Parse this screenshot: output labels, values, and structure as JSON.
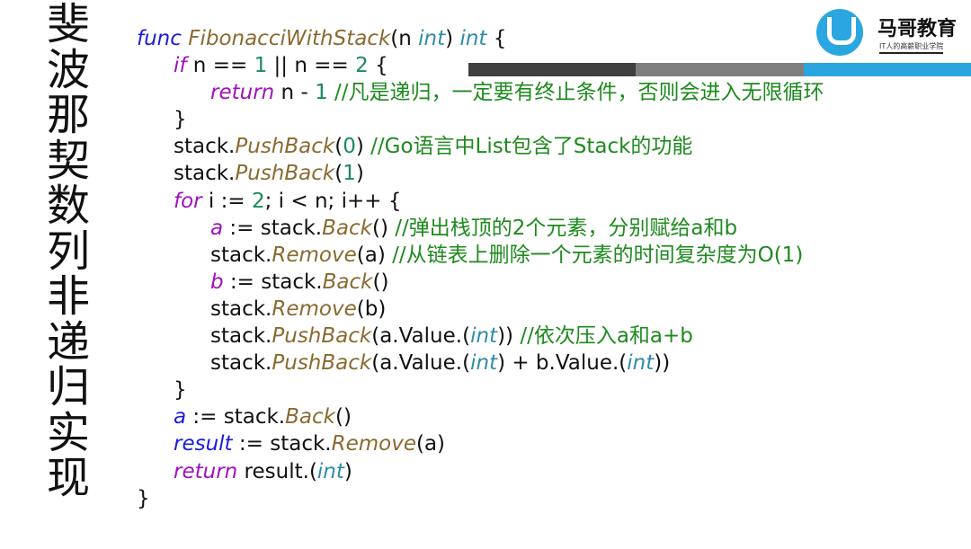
{
  "title": [
    "斐",
    "波",
    "那",
    "契",
    "数",
    "列",
    "非",
    "递",
    "归",
    "实",
    "现"
  ],
  "logo": {
    "name": "马哥教育",
    "tagline": "IT人的高薪职业学院"
  },
  "colors": {
    "bar1": "#404040",
    "bar2": "#7f7f7f",
    "bar3": "#29a6df"
  },
  "code": {
    "lines": [
      {
        "indent": 0,
        "tokens": [
          [
            "func ",
            "kw"
          ],
          [
            "FibonacciWithStack",
            "fn"
          ],
          [
            "(n ",
            "pl"
          ],
          [
            "int",
            "ty"
          ],
          [
            ") ",
            "pl"
          ],
          [
            "int",
            "ty"
          ],
          [
            " {",
            "pl"
          ]
        ]
      },
      {
        "indent": 1,
        "tokens": [
          [
            "if",
            "ctl"
          ],
          [
            " n == ",
            "pl"
          ],
          [
            "1",
            "num"
          ],
          [
            " || n == ",
            "pl"
          ],
          [
            "2",
            "num"
          ],
          [
            " {",
            "pl"
          ]
        ]
      },
      {
        "indent": 2,
        "tokens": [
          [
            "return",
            "ctl"
          ],
          [
            " n - ",
            "pl"
          ],
          [
            "1",
            "num"
          ],
          [
            " //凡是递归，一定要有终止条件，否则会进入无限循环",
            "cm"
          ]
        ]
      },
      {
        "indent": 1,
        "tokens": [
          [
            "}",
            "pl"
          ]
        ]
      },
      {
        "indent": 1,
        "tokens": [
          [
            "stack.",
            "pl"
          ],
          [
            "PushBack",
            "fn"
          ],
          [
            "(",
            "pl"
          ],
          [
            "0",
            "num"
          ],
          [
            ") ",
            "pl"
          ],
          [
            "//Go语言中List包含了Stack的功能",
            "cm"
          ]
        ]
      },
      {
        "indent": 1,
        "tokens": [
          [
            "stack.",
            "pl"
          ],
          [
            "PushBack",
            "fn"
          ],
          [
            "(",
            "pl"
          ],
          [
            "1",
            "num"
          ],
          [
            ")",
            "pl"
          ]
        ]
      },
      {
        "indent": 1,
        "tokens": [
          [
            "for",
            "ctl"
          ],
          [
            " i := ",
            "pl"
          ],
          [
            "2",
            "num"
          ],
          [
            "; i < n; i++ {",
            "pl"
          ]
        ]
      },
      {
        "indent": 2,
        "tokens": [
          [
            "a",
            "ctl"
          ],
          [
            " := stack.",
            "pl"
          ],
          [
            "Back",
            "fn"
          ],
          [
            "() ",
            "pl"
          ],
          [
            "//弹出栈顶的2个元素，分别赋给a和b",
            "cm"
          ]
        ]
      },
      {
        "indent": 2,
        "tokens": [
          [
            "stack.",
            "pl"
          ],
          [
            "Remove",
            "fn"
          ],
          [
            "(a) ",
            "pl"
          ],
          [
            "//从链表上删除一个元素的时间复杂度为O(1)",
            "cm"
          ]
        ]
      },
      {
        "indent": 2,
        "tokens": [
          [
            "b",
            "ctl"
          ],
          [
            " := stack.",
            "pl"
          ],
          [
            "Back",
            "fn"
          ],
          [
            "()",
            "pl"
          ]
        ]
      },
      {
        "indent": 2,
        "tokens": [
          [
            "stack.",
            "pl"
          ],
          [
            "Remove",
            "fn"
          ],
          [
            "(b)",
            "pl"
          ]
        ]
      },
      {
        "indent": 2,
        "tokens": [
          [
            "stack.",
            "pl"
          ],
          [
            "PushBack",
            "fn"
          ],
          [
            "(a.Value.(",
            "pl"
          ],
          [
            "int",
            "ty"
          ],
          [
            ")) ",
            "pl"
          ],
          [
            "//依次压入a和a+b",
            "cm"
          ]
        ]
      },
      {
        "indent": 2,
        "tokens": [
          [
            "stack.",
            "pl"
          ],
          [
            "PushBack",
            "fn"
          ],
          [
            "(a.Value.(",
            "pl"
          ],
          [
            "int",
            "ty"
          ],
          [
            ") + b.Value.(",
            "pl"
          ],
          [
            "int",
            "ty"
          ],
          [
            "))",
            "pl"
          ]
        ]
      },
      {
        "indent": 1,
        "tokens": [
          [
            "}",
            "pl"
          ]
        ]
      },
      {
        "indent": 1,
        "tokens": [
          [
            "a",
            "kw"
          ],
          [
            " := stack.",
            "pl"
          ],
          [
            "Back",
            "fn"
          ],
          [
            "()",
            "pl"
          ]
        ]
      },
      {
        "indent": 1,
        "tokens": [
          [
            "result",
            "kw"
          ],
          [
            " := stack.",
            "pl"
          ],
          [
            "Remove",
            "fn"
          ],
          [
            "(a)",
            "pl"
          ]
        ]
      },
      {
        "indent": 1,
        "tokens": [
          [
            "return",
            "ctl"
          ],
          [
            " result.(",
            "pl"
          ],
          [
            "int",
            "ty"
          ],
          [
            ")",
            "pl"
          ]
        ]
      },
      {
        "indent": 0,
        "tokens": [
          [
            "}",
            "pl"
          ]
        ]
      }
    ]
  }
}
